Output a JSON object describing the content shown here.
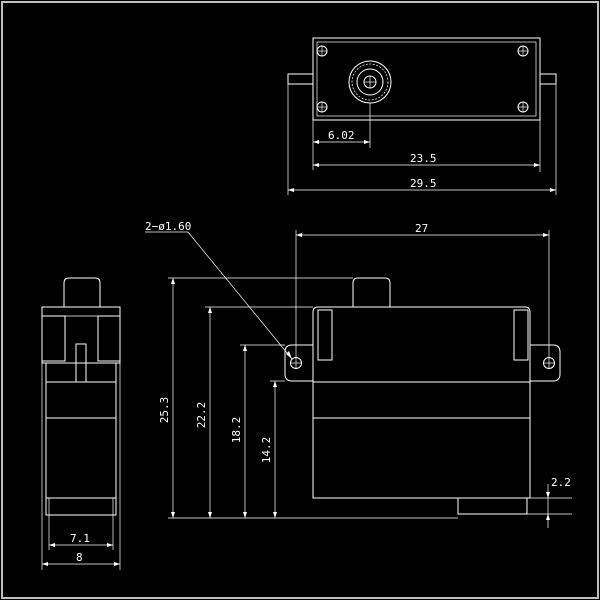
{
  "colors": {
    "background": "#000000",
    "line": "#ffffff",
    "frame": "#bfbfbf"
  },
  "top_view": {
    "dim_shaft_offset": "6.02",
    "dim_body_length": "23.5",
    "dim_overall_length": "29.5"
  },
  "front_view": {
    "dim_hole_callout": "2−ø1.60",
    "dim_overall_width": "27",
    "dim_height_total": "25.3",
    "dim_height_body": "22.2",
    "dim_height_tab": "18.2",
    "dim_height_mount": "14.2",
    "dim_bottom_step": "2.2"
  },
  "side_view": {
    "dim_inner_width": "7.1",
    "dim_outer_width": "8"
  }
}
